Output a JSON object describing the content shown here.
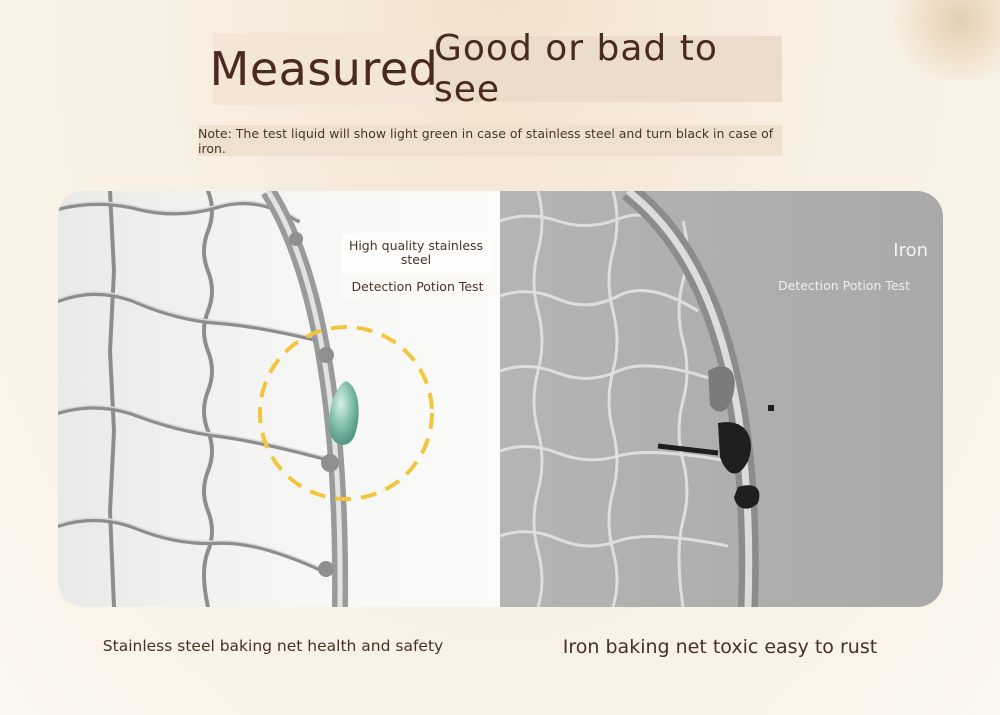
{
  "header": {
    "title_left": "Measured",
    "title_right": "Good or bad to see",
    "note": "Note: The test liquid will show light green in case of stainless steel and turn black in case of iron."
  },
  "left_panel": {
    "label_line1": "High quality stainless steel",
    "label_line2": "Detection Potion Test",
    "caption": "Stainless steel baking net health and safety",
    "drop_color": "#7fb9a8",
    "circle_color": "#f2c53d"
  },
  "right_panel": {
    "label_line1": "Iron",
    "label_line2": "Detection Potion Test",
    "caption": "Iron baking net toxic easy to rust",
    "stain_color": "#1e1e1e"
  },
  "colors": {
    "title_text": "#4a2a1e",
    "title_left_bg": "#f3e6d6",
    "title_right_bg": "#ecdccb",
    "iron_bg": "#aeaeae",
    "steel_bg": "#f3f3f2"
  }
}
